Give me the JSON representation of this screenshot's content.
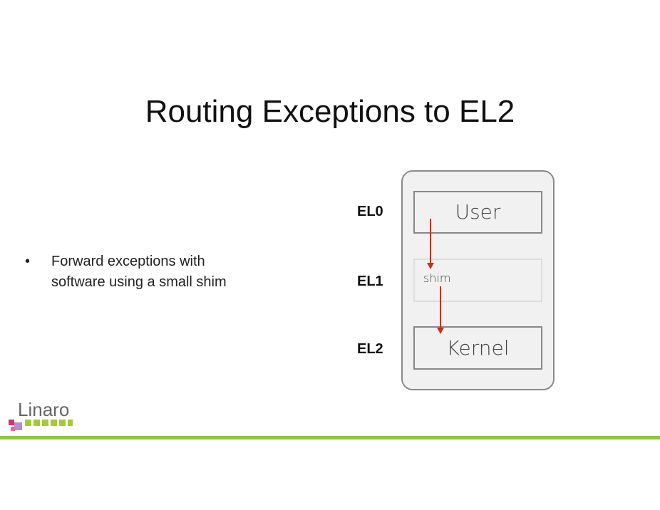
{
  "title": "Routing Exceptions to EL2",
  "bullet": {
    "marker": "•",
    "lines": [
      "Forward exceptions with",
      "software using a small shim"
    ]
  },
  "diagram": {
    "levels": [
      "EL0",
      "EL1",
      "EL2"
    ],
    "boxes": {
      "user": "User",
      "shim": "shim",
      "kernel": "Kernel"
    },
    "arrow_color": "#c0341f"
  },
  "logo": {
    "text": "Linaro",
    "accent": "#8dc63f"
  }
}
